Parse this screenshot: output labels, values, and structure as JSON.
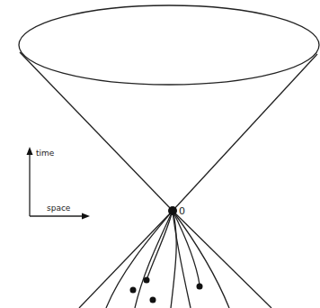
{
  "diagram": {
    "labels": [
      "time",
      "space",
      "0"
    ]
  }
}
